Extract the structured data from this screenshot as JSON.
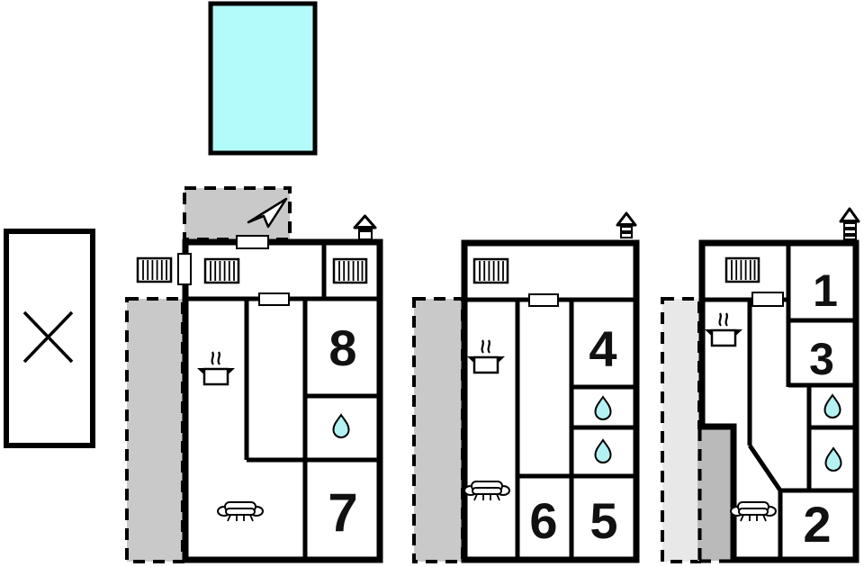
{
  "colors": {
    "wall": "#000000",
    "background": "#ffffff",
    "pool_fill": "#b3fafa",
    "water_drop_fill": "#b4f1f3",
    "terrace_fill": "#c9c9c9",
    "terrace_light_fill": "#e8e8e8",
    "terrace_dark_fill": "#bababa"
  },
  "room_numbers": {
    "r1": "1",
    "r2": "2",
    "r3": "3",
    "r4": "4",
    "r5": "5",
    "r6": "6",
    "r7": "7",
    "r8": "8"
  },
  "icons": {
    "pool": "swimming-pool rectangle",
    "cross_box": "rectangle with x-mark (carport)",
    "radiator": "striped radiator block",
    "cooking_pot": "pot with steam (kitchen)",
    "sofa": "sofa (living room)",
    "water_drop": "water drop (bath/shower)",
    "chimney": "roof-and-stack chimney symbol",
    "paper_plane": "arrow / paper-plane marker on terrace",
    "window": "white bar in wall",
    "door": "white bar in side wall",
    "terrace": "gray dashed outdoor area"
  }
}
